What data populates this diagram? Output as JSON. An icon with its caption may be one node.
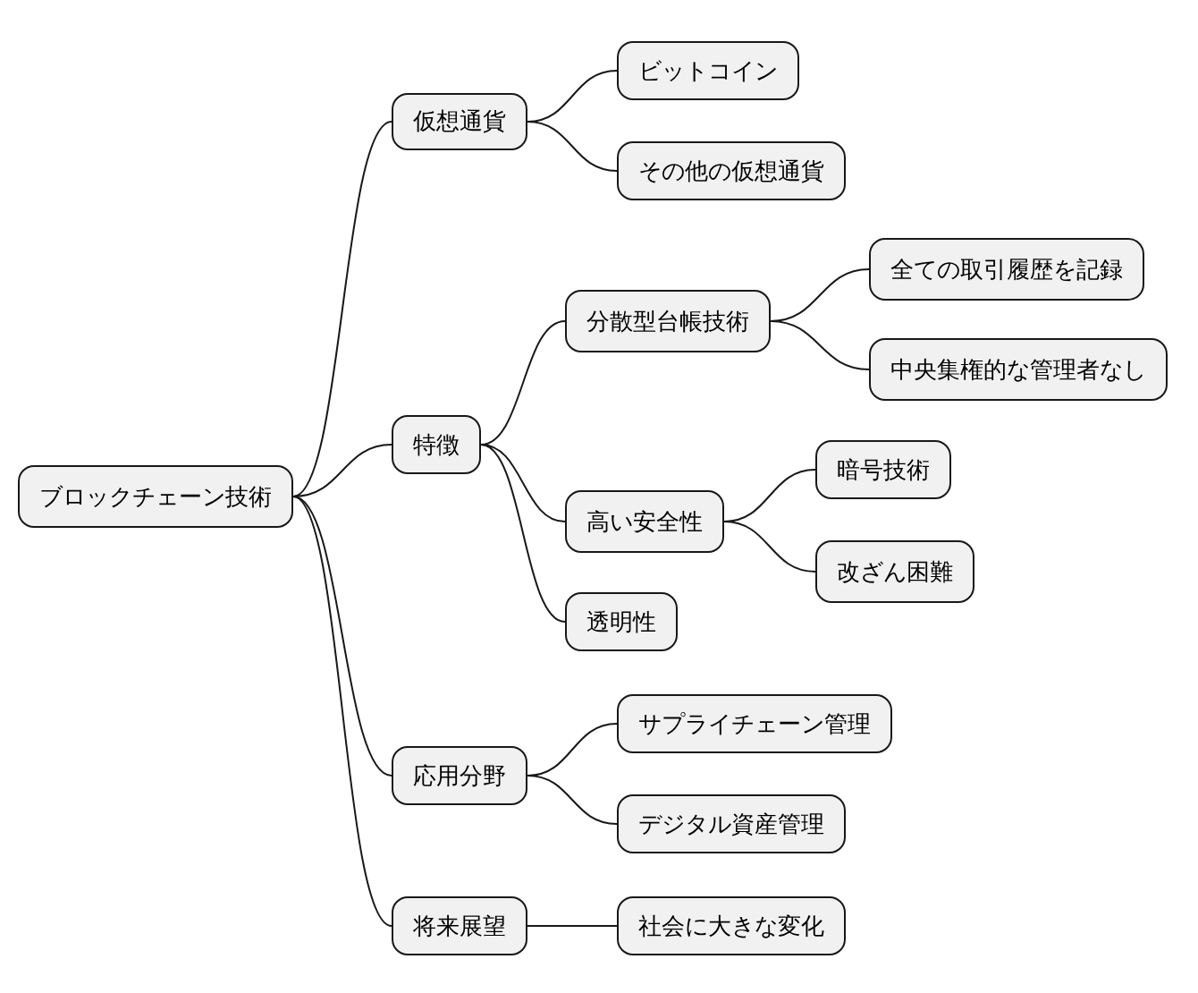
{
  "diagram": {
    "nodes": [
      {
        "text": [
          "ブロックチェーン技術"
        ]
      },
      {
        "text": [
          "仮想通貨"
        ]
      },
      {
        "text": [
          "ビットコイン"
        ]
      },
      {
        "text": [
          "その他の仮想通貨"
        ]
      },
      {
        "text": [
          "特徴"
        ]
      },
      {
        "text": [
          "分散型台帳技術"
        ]
      },
      {
        "text": [
          "全ての取引履歴を記録"
        ]
      },
      {
        "text": [
          "中央集権的な管理者なし"
        ]
      },
      {
        "text": [
          "高い安全性"
        ]
      },
      {
        "text": [
          "暗号技術"
        ]
      },
      {
        "text": [
          "改ざん困難"
        ]
      },
      {
        "text": [
          "透明性"
        ]
      },
      {
        "text": [
          "応用分野"
        ]
      },
      {
        "text": [
          "サプライチェーン管理"
        ]
      },
      {
        "text": [
          "デジタル資産管理"
        ]
      },
      {
        "text": [
          "将来展望"
        ]
      },
      {
        "text": [
          "社会に大きな変化"
        ]
      }
    ],
    "edges": [
      {
        "from": 0,
        "to": 1,
        "arrow": "none"
      },
      {
        "from": 1,
        "to": 2,
        "arrow": "none"
      },
      {
        "from": 1,
        "to": 3,
        "arrow": "none"
      },
      {
        "from": 0,
        "to": 4,
        "arrow": "none"
      },
      {
        "from": 4,
        "to": 5,
        "arrow": "none"
      },
      {
        "from": 5,
        "to": 6,
        "arrow": "none"
      },
      {
        "from": 5,
        "to": 7,
        "arrow": "none"
      },
      {
        "from": 4,
        "to": 8,
        "arrow": "none"
      },
      {
        "from": 8,
        "to": 9,
        "arrow": "none"
      },
      {
        "from": 8,
        "to": 10,
        "arrow": "none"
      },
      {
        "from": 4,
        "to": 11,
        "arrow": "none"
      },
      {
        "from": 0,
        "to": 12,
        "arrow": "none"
      },
      {
        "from": 12,
        "to": 13,
        "arrow": "none"
      },
      {
        "from": 12,
        "to": 14,
        "arrow": "none"
      },
      {
        "from": 0,
        "to": 15,
        "arrow": "none"
      },
      {
        "from": 15,
        "to": 16,
        "arrow": "none"
      }
    ]
  }
}
